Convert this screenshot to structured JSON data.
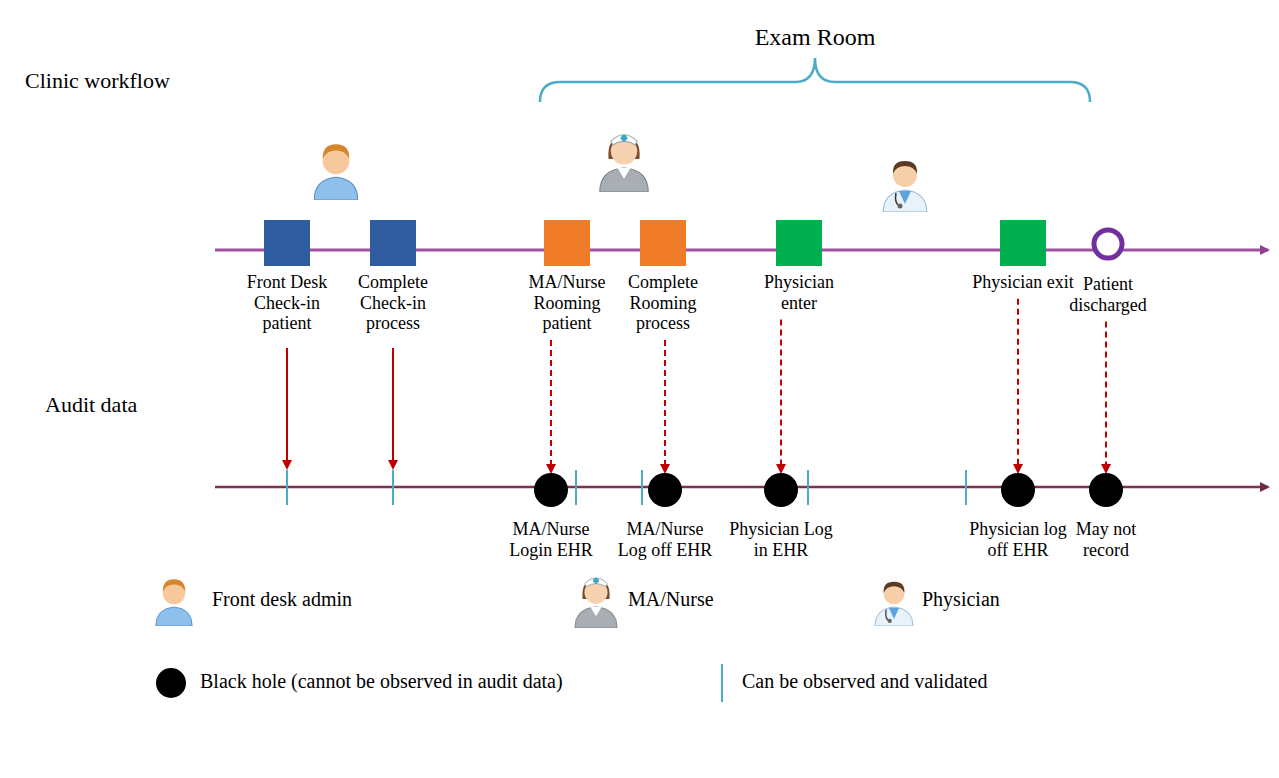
{
  "diagram": {
    "nodes": [
      {
        "text": [
          "Front Desk Check-in patient"
        ]
      },
      {
        "text": [
          "Complete Check-in process"
        ]
      },
      {
        "text": [
          "MA/Nurse Rooming patient"
        ]
      },
      {
        "text": [
          "Complete Rooming process"
        ]
      },
      {
        "text": [
          "Physician enter"
        ]
      },
      {
        "text": [
          "Physician exit"
        ]
      },
      {
        "text": [
          "Patient discharged"
        ]
      },
      {
        "text": [
          "MA/Nurse Login EHR"
        ]
      },
      {
        "text": [
          "MA/Nurse Log off EHR"
        ]
      },
      {
        "text": [
          "Physician Log in EHR"
        ]
      },
      {
        "text": [
          "Physician log off EHR"
        ]
      },
      {
        "text": [
          "May not record"
        ]
      }
    ],
    "edges": [
      {
        "from": 2,
        "to": 7,
        "arrow": "to"
      },
      {
        "from": 3,
        "to": 8,
        "arrow": "to"
      },
      {
        "from": 4,
        "to": 9,
        "arrow": "to"
      },
      {
        "from": 5,
        "to": 10,
        "arrow": "to"
      },
      {
        "from": 6,
        "to": 11,
        "arrow": "to"
      }
    ],
    "labels": [
      "Exam Room",
      "Clinic workflow",
      "Audit data"
    ],
    "legend": [
      {
        "text": "Front desk admin"
      },
      {
        "text": "MA/Nurse"
      },
      {
        "text": "Physician"
      },
      {
        "text": "Black hole (cannot be observed in audit data)",
        "color": "#000000"
      },
      {
        "text": "Can be observed and validated"
      }
    ]
  }
}
